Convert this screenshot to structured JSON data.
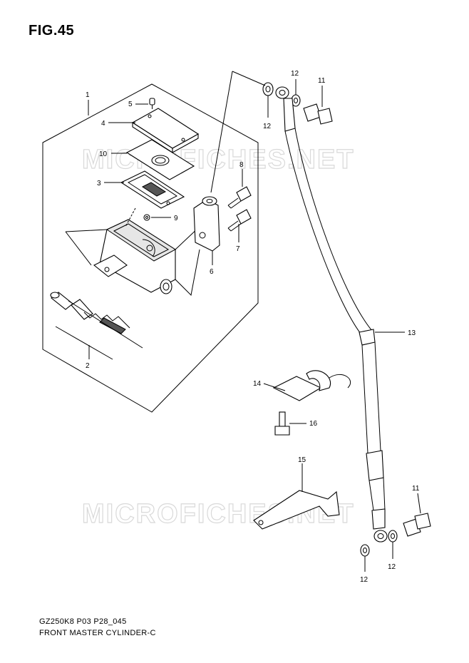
{
  "figure": {
    "title": "FIG.45"
  },
  "watermark": {
    "text": "MICROFICHES.NET"
  },
  "footer": {
    "code": "GZ250K8 P03 P28_045",
    "name": "FRONT MASTER CYLINDER-C"
  },
  "callouts": {
    "c1": "1",
    "c2": "2",
    "c3": "3",
    "c4": "4",
    "c5": "5",
    "c6": "6",
    "c7": "7",
    "c8": "8",
    "c9": "9",
    "c10": "10",
    "c11a": "11",
    "c11b": "11",
    "c12a": "12",
    "c12b": "12",
    "c12c": "12",
    "c12d": "12",
    "c13": "13",
    "c14": "14",
    "c15": "15",
    "c16": "16"
  }
}
